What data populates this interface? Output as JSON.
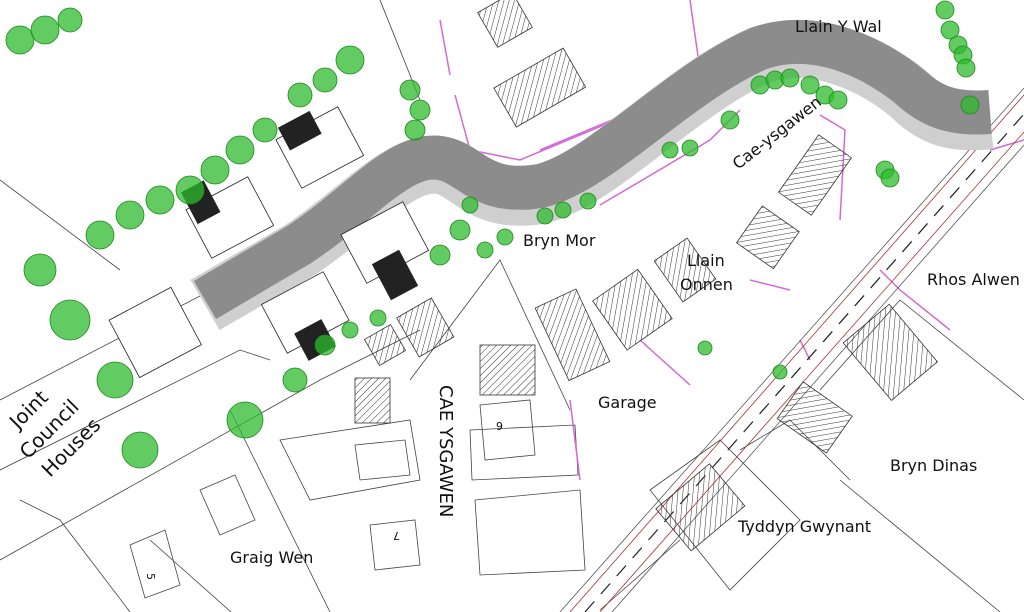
{
  "map": {
    "labels": {
      "llain_y_wal": "Llain Y Wal",
      "cae_ysgawen": "Cae-ysgawen",
      "bryn_mor": "Bryn Mor",
      "llain": "Llain",
      "onnen": "Onnen",
      "rhos_alwen": "Rhos Alwen",
      "garage": "Garage",
      "cae_ysgawen_road": "CAE YSGAWEN",
      "joint": "Joint",
      "council": "Council",
      "houses": "Houses",
      "bryn_dinas": "Bryn Dinas",
      "tyddyn_gwynant": "Tyddyn Gwynant",
      "graig_wen": "Graig Wen",
      "house_9": "9",
      "house_7": "7",
      "house_5": "5"
    },
    "colors": {
      "road": "#8c8c8c",
      "road_edge": "#cfcfcf",
      "trees": "#2dbb2d",
      "boundaries_pink": "#d36ad3",
      "hatched_buildings": "#333333"
    }
  }
}
